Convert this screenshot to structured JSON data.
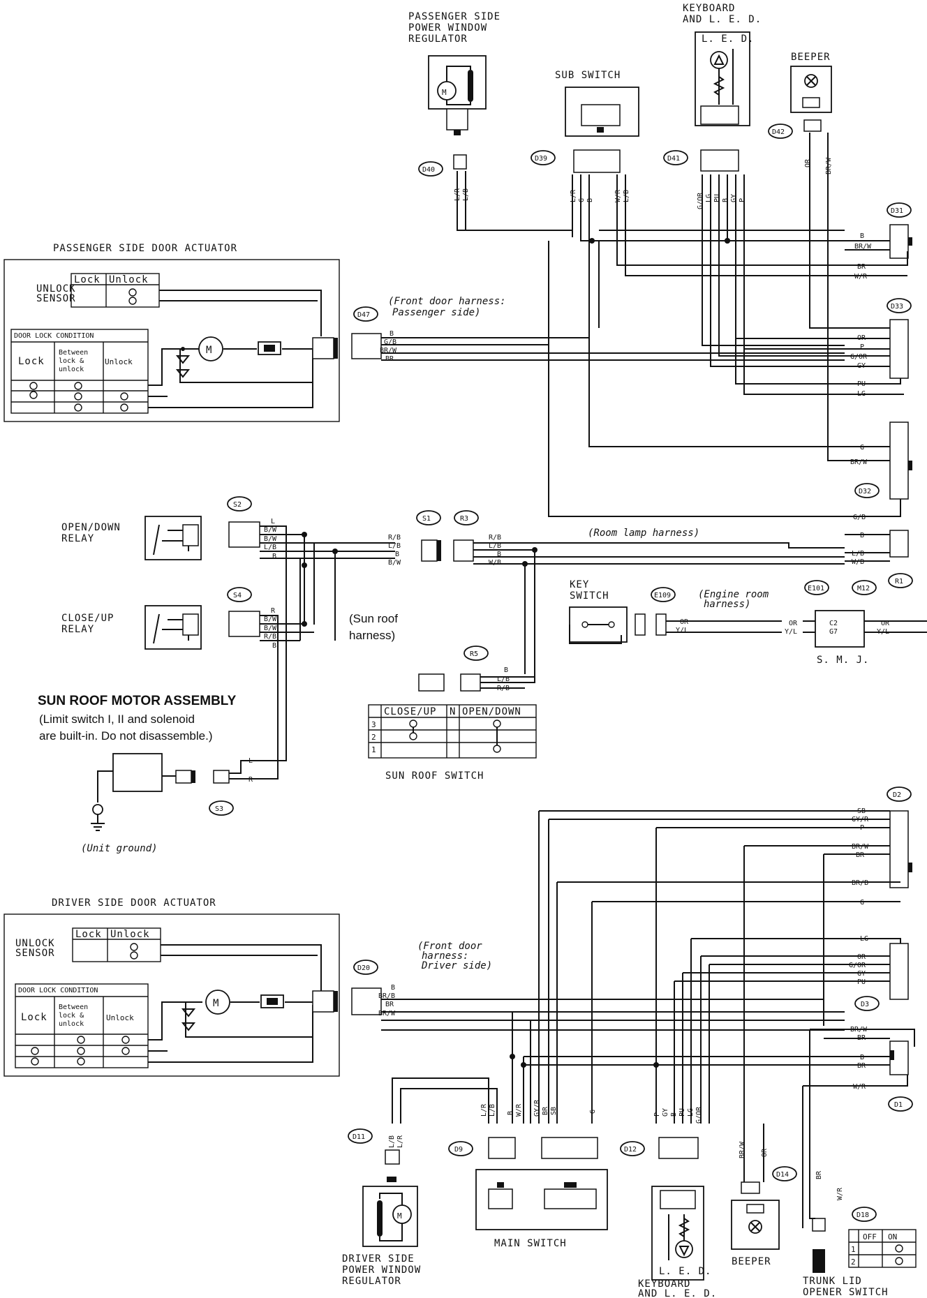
{
  "title_labels": {
    "pass_regulator": [
      "PASSENGER SIDE",
      "POWER WINDOW",
      "REGULATOR"
    ],
    "keyboard_top": [
      "KEYBOARD",
      "AND L. E. D."
    ],
    "led_top": "L. E. D.",
    "beeper_top": "BEEPER",
    "sub_switch": "SUB SWITCH",
    "pass_actuator": "PASSENGER SIDE DOOR ACTUATOR",
    "driver_actuator": "DRIVER SIDE DOOR ACTUATOR",
    "unlock_sensor": [
      "UNLOCK",
      "SENSOR"
    ],
    "lock": "Lock",
    "unlock": "Unlock",
    "door_lock_condition": "DOOR LOCK CONDITION",
    "col_lock": "Lock",
    "col_between": [
      "Between",
      "lock &",
      "unlock"
    ],
    "col_unlock": "Unlock",
    "front_door_pass": [
      "(Front door harness:",
      "Passenger side)"
    ],
    "front_door_drv": [
      "(Front door",
      "harness:",
      "Driver side)"
    ],
    "open_down_relay": [
      "OPEN/DOWN",
      "RELAY"
    ],
    "close_up_relay": [
      "CLOSE/UP",
      "RELAY"
    ],
    "sun_roof_harness": [
      "(Sun roof",
      "harness)"
    ],
    "room_lamp_harness": "(Room lamp harness)",
    "key_switch": [
      "KEY",
      "SWITCH"
    ],
    "engine_room_harness": [
      "(Engine room",
      "harness)"
    ],
    "smj": "S. M. J.",
    "motor_title": "SUN ROOF MOTOR ASSEMBLY",
    "motor_note": [
      "(Limit switch I, II and solenoid",
      "are built-in. Do not disassemble.)"
    ],
    "unit_ground": "(Unit ground)",
    "sun_roof_switch": "SUN ROOF SWITCH",
    "main_switch": "MAIN SWITCH",
    "drv_regulator": [
      "DRIVER SIDE",
      "POWER WINDOW",
      "REGULATOR"
    ],
    "keyboard_bottom": [
      "KEYBOARD",
      "AND L. E. D."
    ],
    "led_bottom": "L. E. D.",
    "beeper_bottom": "BEEPER",
    "trunk": [
      "TRUNK LID",
      "OPENER SWITCH"
    ]
  },
  "sunroof_switch_table": {
    "headers": [
      "CLOSE/UP",
      "N",
      "OPEN/DOWN"
    ],
    "rows": [
      "3",
      "2",
      "1"
    ]
  },
  "trunk_table": {
    "headers": [
      "OFF",
      "ON"
    ],
    "rows": [
      "1",
      "2"
    ]
  },
  "connectors": {
    "D40": "D40",
    "D39": "D39",
    "D41": "D41",
    "D42": "D42",
    "D31": "D31",
    "D33": "D33",
    "D32": "D32",
    "D47": "D47",
    "S2": "S2",
    "S4": "S4",
    "S1": "S1",
    "R3": "R3",
    "R5": "R5",
    "R1": "R1",
    "S3": "S3",
    "E109": "E109",
    "E101": "E101",
    "M12": "M12",
    "D2": "D2",
    "D3": "D3",
    "D1": "D1",
    "D20": "D20",
    "D11": "D11",
    "D9": "D9",
    "D12": "D12",
    "D14": "D14",
    "D18": "D18"
  },
  "wires": {
    "d40": [
      "L/R",
      "L/B"
    ],
    "d39": [
      "L/R",
      "G",
      "B",
      "W/R",
      "L/B"
    ],
    "d41": [
      "G/OR",
      "LG",
      "PU",
      "B",
      "GY",
      "P"
    ],
    "d42": [
      "OR",
      "BR/W"
    ],
    "d31": [
      "B",
      "BR/W",
      "BR",
      "W/R"
    ],
    "d33": [
      "OR",
      "P",
      "G/OR",
      "GY",
      "PU",
      "LG"
    ],
    "d32": [
      "G",
      "BR/W",
      "G/B"
    ],
    "d47": [
      "B",
      "G/B",
      "BR/W",
      "BR"
    ],
    "s2": [
      "L",
      "B/W",
      "B/W",
      "L/B",
      "B"
    ],
    "s4": [
      "R",
      "B/W",
      "B/W",
      "R/B",
      "B"
    ],
    "s1": [
      "R/B",
      "L/B",
      "B",
      "B/W"
    ],
    "r3": [
      "R/B",
      "L/B",
      "B",
      "W/B"
    ],
    "r1": [
      "B",
      "L/B",
      "W/B"
    ],
    "r5": [
      "B",
      "L/B",
      "R/B"
    ],
    "s3": [
      "L",
      "R"
    ],
    "e109": [
      "OR",
      "Y/L"
    ],
    "smj_in": [
      "OR",
      "Y/L"
    ],
    "smj_pins": [
      "C2",
      "G7"
    ],
    "smj_out": [
      "OR",
      "Y/L"
    ],
    "d2": [
      "SB",
      "GY/R",
      "P",
      "BR/W",
      "BR",
      "BR/B",
      "G"
    ],
    "d3": [
      "LG",
      "OR",
      "G/OR",
      "GY",
      "PU"
    ],
    "d1": [
      "BR/W",
      "BR",
      "B",
      "BR",
      "W/R"
    ],
    "d20": [
      "B",
      "BR/B",
      "BR",
      "BR/W"
    ],
    "d11": [
      "L/B",
      "L/R"
    ],
    "d9": [
      "L/R",
      "L/B",
      "B",
      "W/R",
      "GY/R",
      "BR",
      "SB",
      "G"
    ],
    "d12": [
      "P",
      "GY",
      "B",
      "PU",
      "LG",
      "G/OR"
    ],
    "d14": [
      "BR/W",
      "OR"
    ],
    "d18": [
      "BR",
      "W/R"
    ]
  }
}
